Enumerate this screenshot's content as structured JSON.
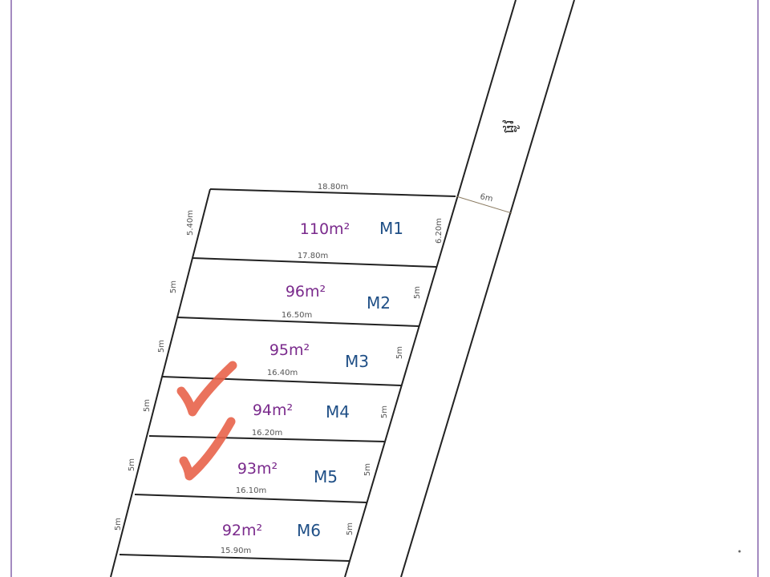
{
  "road": {
    "label": "ផ្លូវ",
    "width_label": "6m"
  },
  "top_edge_label": "18.80m",
  "lots": [
    {
      "id": "M1",
      "area": "110m²",
      "width_label": "17.80m",
      "left_label": "5.40m",
      "right_label": "6.20m"
    },
    {
      "id": "M2",
      "area": "96m²",
      "width_label": "16.50m",
      "left_label": "5m",
      "right_label": "5m"
    },
    {
      "id": "M3",
      "area": "95m²",
      "width_label": "16.40m",
      "left_label": "5m",
      "right_label": "5m"
    },
    {
      "id": "M4",
      "area": "94m²",
      "width_label": "16.20m",
      "left_label": "5m",
      "right_label": "5m"
    },
    {
      "id": "M5",
      "area": "93m²",
      "width_label": "16.10m",
      "left_label": "5m",
      "right_label": "5m"
    },
    {
      "id": "M6",
      "area": "92m²",
      "width_label": "15.90m",
      "left_label": "5m",
      "right_label": "5m"
    }
  ],
  "colors": {
    "border": "#a48bc0",
    "check": "#e8634a",
    "area": "#7a2a8c",
    "lot_id": "#1f4f86"
  },
  "checked_lots": [
    "M4",
    "M5"
  ]
}
